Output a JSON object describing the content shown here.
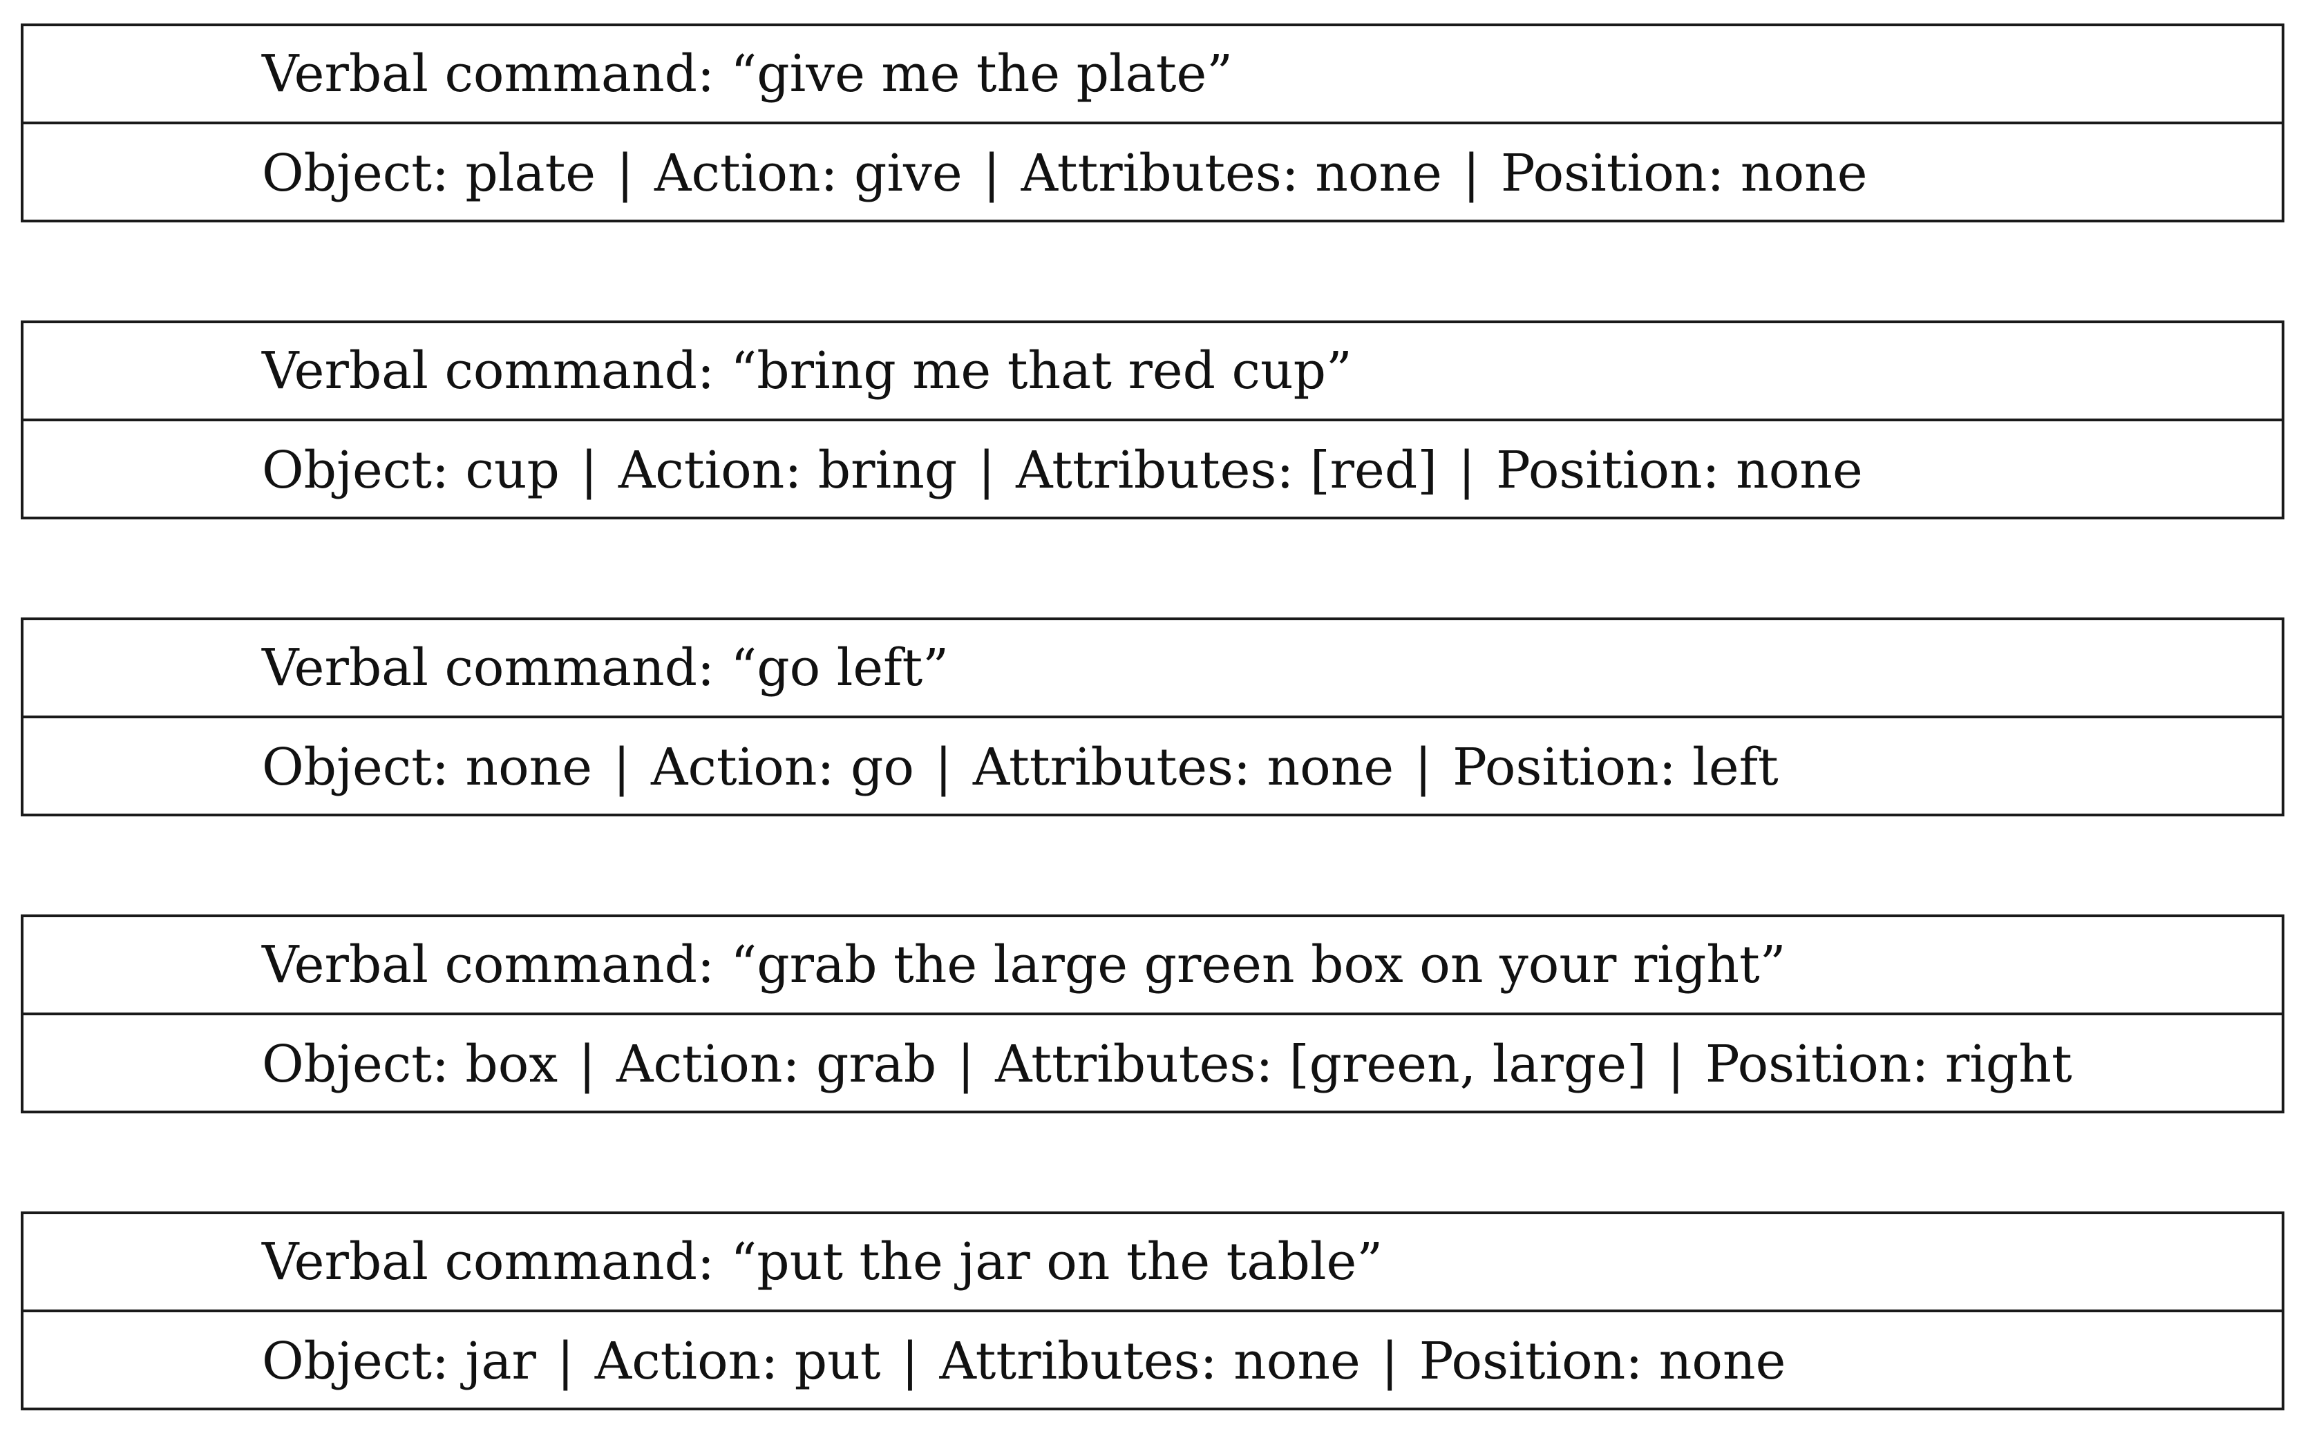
{
  "separator": "|",
  "commands": [
    {
      "command": "Verbal command: “give me the plate”",
      "object": "Object: plate",
      "action": "Action: give",
      "attributes": "Attributes: none",
      "position": "Position: none"
    },
    {
      "command": "Verbal command: “bring me that red cup”",
      "object": "Object: cup",
      "action": "Action: bring",
      "attributes": "Attributes: [red]",
      "position": "Position: none"
    },
    {
      "command": "Verbal command: “go left”",
      "object": "Object: none",
      "action": "Action: go",
      "attributes": "Attributes: none",
      "position": "Position: left"
    },
    {
      "command": "Verbal command: “grab the large green box on your right”",
      "object": "Object: box",
      "action": "Action: grab",
      "attributes": "Attributes: [green, large]",
      "position": "Position: right"
    },
    {
      "command": "Verbal command: “put the jar on the table”",
      "object": "Object: jar",
      "action": "Action: put",
      "attributes": "Attributes: none",
      "position": "Position: none"
    }
  ]
}
